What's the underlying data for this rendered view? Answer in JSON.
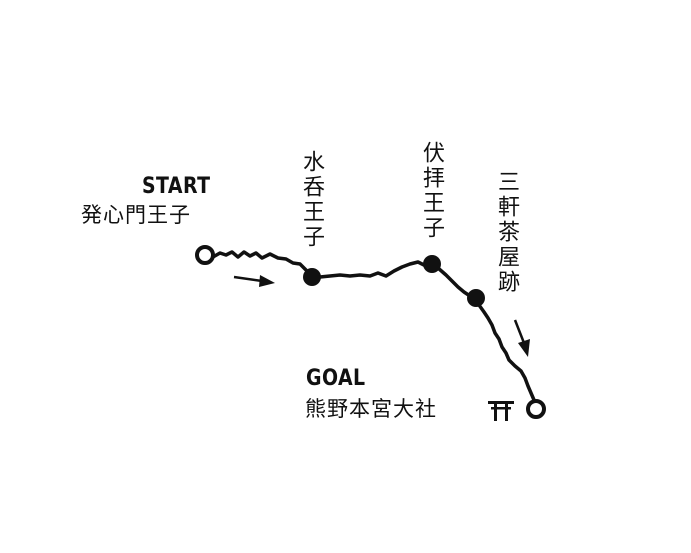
{
  "start": {
    "heading": "START",
    "name": "発心門王子"
  },
  "goal": {
    "heading": "GOAL",
    "name": "熊野本宮大社"
  },
  "waypoints": [
    {
      "name": "水呑王子"
    },
    {
      "name": "伏拝王子"
    },
    {
      "name": "三軒茶屋跡"
    }
  ],
  "icons": {
    "start_marker": "open-circle-marker",
    "goal_marker": "open-circle-marker",
    "waypoint_marker": "filled-circle-marker",
    "shrine": "torii-icon",
    "direction": "arrow-icon"
  },
  "colors": {
    "ink": "#111111",
    "background": "#ffffff"
  }
}
